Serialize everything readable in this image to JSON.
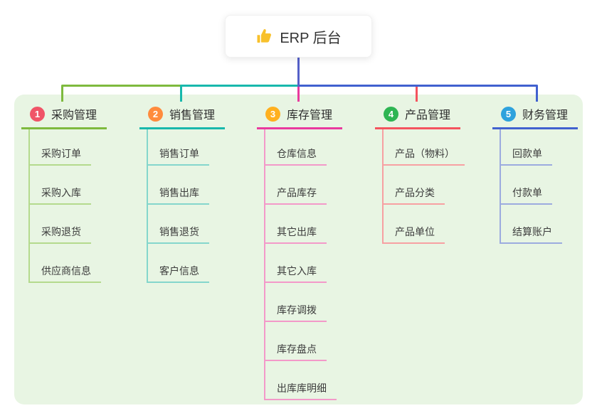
{
  "root": {
    "icon": "thumbs-up",
    "icon_color": "#f8c12c",
    "label": "ERP 后台"
  },
  "canvas": {
    "background": "#ffffff",
    "panel_background": "#e8f5e3"
  },
  "connectors": {
    "stem_color": "#5560c8"
  },
  "branches": [
    {
      "num": "1",
      "title": "采购管理",
      "badge_color": "#f05467",
      "line_color": "#7eba3e",
      "light_color": "#b4da8d",
      "children": [
        "采购订单",
        "采购入库",
        "采购退货",
        "供应商信息"
      ]
    },
    {
      "num": "2",
      "title": "销售管理",
      "badge_color": "#ff8b3d",
      "line_color": "#18b8ac",
      "light_color": "#84d6cc",
      "children": [
        "销售订单",
        "销售出库",
        "销售退货",
        "客户信息"
      ]
    },
    {
      "num": "3",
      "title": "库存管理",
      "badge_color": "#ffb01f",
      "line_color": "#e93a9e",
      "light_color": "#f399c9",
      "children": [
        "仓库信息",
        "产品库存",
        "其它出库",
        "其它入库",
        "库存调拨",
        "库存盘点",
        "出库库明细"
      ]
    },
    {
      "num": "4",
      "title": "产品管理",
      "badge_color": "#2eb553",
      "line_color": "#f4535e",
      "light_color": "#f7a0a2",
      "children": [
        "产品（物料）",
        "产品分类",
        "产品单位"
      ]
    },
    {
      "num": "5",
      "title": "财务管理",
      "badge_color": "#2ea2dd",
      "line_color": "#4161cf",
      "light_color": "#9cabdf",
      "children": [
        "回款单",
        "付款单",
        "结算账户"
      ]
    }
  ]
}
